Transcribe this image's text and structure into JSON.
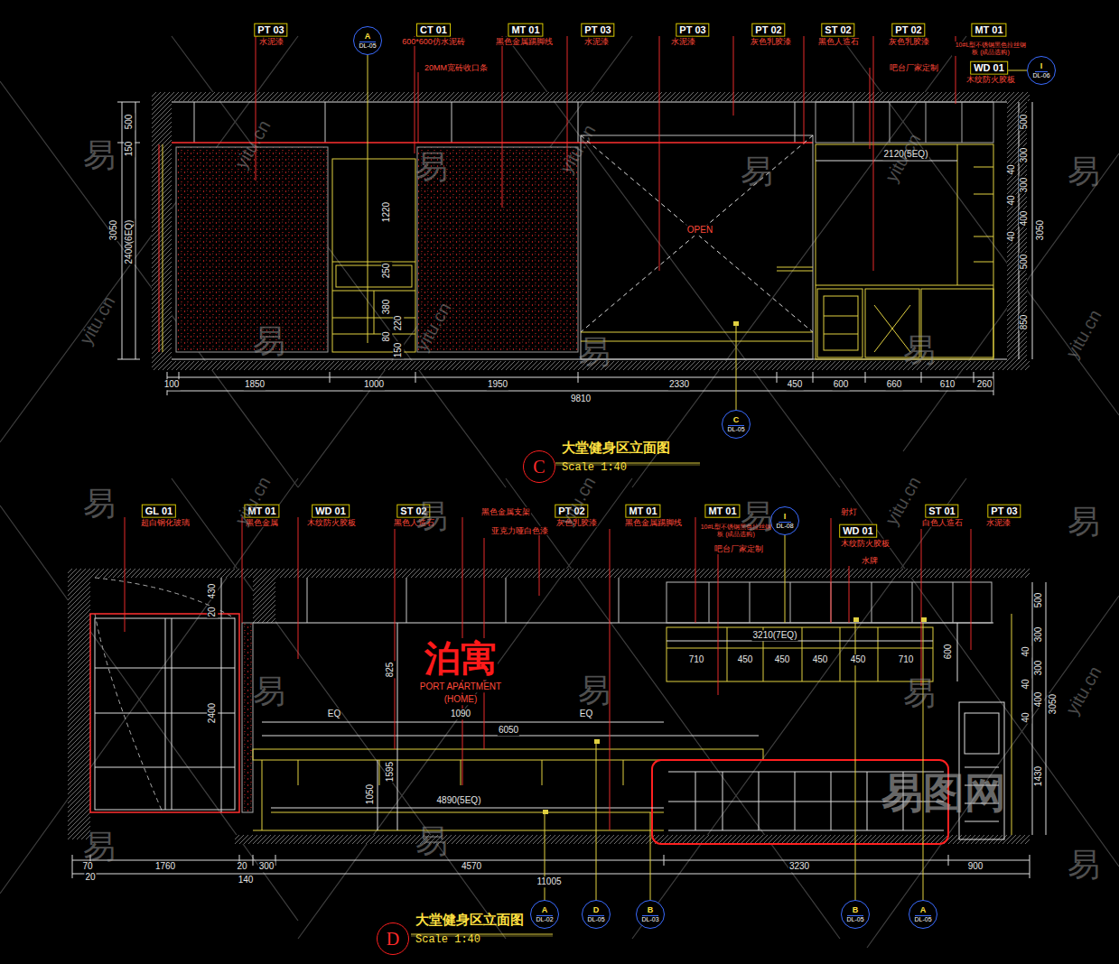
{
  "diagram": {
    "nodes": [
      {
        "text": [
          "A",
          "DL-05"
        ]
      },
      {
        "text": [
          "I",
          "DL-06"
        ]
      },
      {
        "text": [
          "C",
          "DL-05"
        ]
      },
      {
        "text": [
          "C",
          "大堂健身区立面图",
          "Scale 1:40"
        ]
      },
      {
        "text": [
          "I",
          "DL-08"
        ]
      },
      {
        "text": [
          "A",
          "DL-02"
        ]
      },
      {
        "text": [
          "D",
          "DL-05"
        ]
      },
      {
        "text": [
          "B",
          "DL-03"
        ]
      },
      {
        "text": [
          "B",
          "DL-05"
        ]
      },
      {
        "text": [
          "A",
          "DL-05"
        ]
      },
      {
        "text": [
          "D",
          "大堂健身区立面图",
          "Scale 1:40"
        ]
      }
    ],
    "labels": [
      "PT 03",
      "水泥漆",
      "CT 01",
      "600*600仿水泥砖",
      "20MM宽砖收口条",
      "MT 01",
      "黑色金属踢脚线",
      "PT 03",
      "水泥漆",
      "PT 03",
      "水泥漆",
      "PT 02",
      "灰色乳胶漆",
      "ST 02",
      "黑色人造石",
      "PT 02",
      "灰色乳胶漆",
      "吧台厂家定制",
      "MT 01",
      "10#L型不锈钢黑色拉丝钢板 (成品选购)",
      "WD 01",
      "木纹防火胶板",
      "OPEN",
      "500",
      "150",
      "3050",
      "2400(6EQ)",
      "1220",
      "250",
      "380",
      "80",
      "150",
      "220",
      "2120(5EQ)",
      "300",
      "40",
      "300",
      "40",
      "400",
      "40",
      "500",
      "850",
      "3050",
      "500",
      "100",
      "1850",
      "1000",
      "1950",
      "2330",
      "450",
      "600",
      "660",
      "610",
      "260",
      "9810",
      "GL 01",
      "超白钢化玻璃",
      "MT 01",
      "黑色金属",
      "WD 01",
      "木纹防火胶板",
      "ST 02",
      "黑色人造石",
      "黑色金属支架",
      "亚克力哑白色漆",
      "PT 02",
      "灰色乳胶漆",
      "MT 01",
      "黑色金属踢脚线",
      "MT 01",
      "10#L型不锈钢黑色拉丝钢板 (成品选购)",
      "吧台厂家定制",
      "射灯",
      "WD 01",
      "木纹防火胶板",
      "水牌",
      "ST 01",
      "白色人造石",
      "PT 03",
      "水泥漆",
      "泊寓",
      "PORT APARTMENT",
      "(HOME)",
      "430",
      "20",
      "2400",
      "825",
      "1595",
      "1050",
      "EQ",
      "1090",
      "EQ",
      "6050",
      "4890(5EQ)",
      "3210(7EQ)",
      "710",
      "450",
      "450",
      "450",
      "450",
      "710",
      "600",
      "500",
      "300",
      "40",
      "300",
      "40",
      "400",
      "40",
      "3050",
      "1430",
      "70",
      "1760",
      "20",
      "300",
      "4570",
      "3230",
      "900",
      "20",
      "140",
      "11005",
      "易图网",
      "易",
      "易",
      "易",
      "易",
      "易",
      "易",
      "易",
      "易",
      "易",
      "易",
      "易",
      "易",
      "易",
      "易",
      "易",
      "易",
      "易",
      "yitu.cn",
      "yitu.cn",
      "yitu.cn",
      "yitu.cn",
      "yitu.cn",
      "yitu.cn",
      "yitu.cn",
      "yitu.cn",
      "yitu.cn",
      "yitu.cn"
    ]
  }
}
